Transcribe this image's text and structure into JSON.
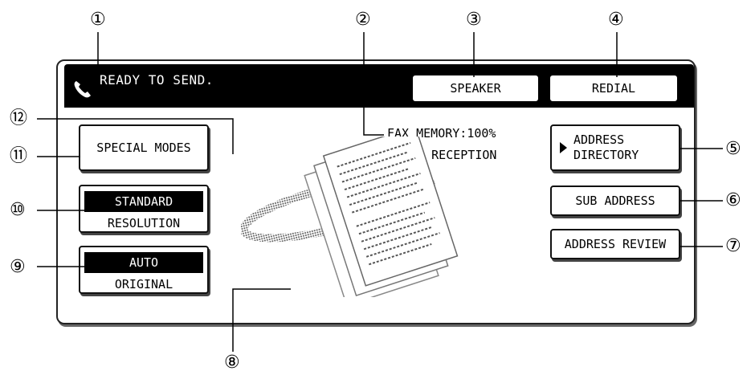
{
  "callouts": [
    "①",
    "②",
    "③",
    "④",
    "⑤",
    "⑥",
    "⑦",
    "⑧",
    "⑨",
    "⑩",
    "⑪",
    "⑫"
  ],
  "status": {
    "message": "READY TO SEND.",
    "icon": "phone-icon"
  },
  "top_buttons": {
    "speaker": "SPEAKER",
    "redial": "REDIAL"
  },
  "info": {
    "fax_memory": "FAX MEMORY:100%",
    "auto_reception": "AUTO RECEPTION",
    "reception_icon": "phone-receive-icon"
  },
  "left_buttons": {
    "special_modes": "SPECIAL MODES",
    "resolution": {
      "value": "STANDARD",
      "label": "RESOLUTION"
    },
    "original": {
      "value": "AUTO",
      "label": "ORIGINAL"
    }
  },
  "right_buttons": {
    "address_directory": [
      "ADDRESS",
      "DIRECTORY"
    ],
    "sub_address": "SUB ADDRESS",
    "address_review": "ADDRESS REVIEW"
  },
  "colors": {
    "panel_bar": "#000000",
    "background": "#ffffff",
    "text": "#000000"
  }
}
